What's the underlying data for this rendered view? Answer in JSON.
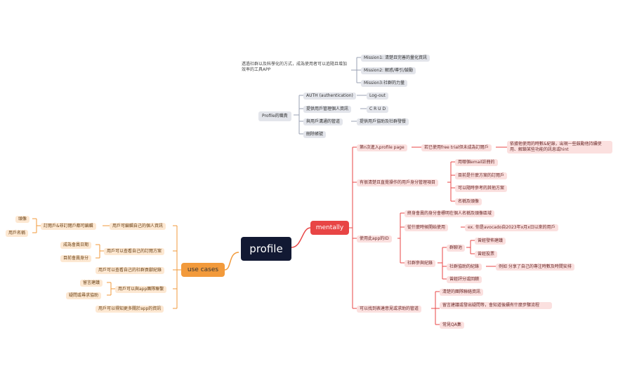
{
  "root": "profile",
  "mission": {
    "statement": "透過社群以及科學化的方式，成為使用者可以追隨且增加效率的工具APP",
    "items": [
      "Mission1: 清楚且完善的量化資訊",
      "Mission2: 解惑/導引/鼓勵",
      "Mission3:社群的力量"
    ]
  },
  "duty": {
    "label": "Profile的職責",
    "items": [
      "AUTH (authentication)",
      "提供用戶管理個人資訊",
      "與用戶溝通的管道",
      "刪除帳號"
    ],
    "sub": [
      "Log-out",
      "C R U D",
      "提供用戶協助及社群發餐"
    ]
  },
  "mentally": {
    "label": "mentally",
    "first": "第n次進入profile page",
    "first_a": "若已使用free trial但未成為訂閱戶",
    "first_a_note": "依據他使用的時數&紀錄，出現一些鼓勵他持續使用、解鎖某些功能的訊息或hint",
    "manage": "有很清楚且直覺操作的用戶身分管理項目",
    "manage_items": [
      "用哪個email註冊的",
      "目前是什麼方案的訂閱戶",
      "可以隨時參考的其他方案",
      "名稱及頭像"
    ],
    "using": "使用此app的ID",
    "using_items": [
      "終身會員的身分會標明在個人名稱及頭像區域",
      "從什麼時候開始使用",
      "社群參與紀錄"
    ],
    "using_example": "ex. 你是avocado自2023年x月x日以來的用戶",
    "community": [
      "群聊池",
      "社群協助的紀錄",
      "曾經評分或回饋"
    ],
    "chat": [
      "曾經發佈建議",
      "曾經投票"
    ],
    "community_example": "例如 分享了自己的專注時數及時間安排",
    "help": "可以找到表達意見或求助的管道",
    "help_items": [
      "清楚的團隊聯絡資訊",
      "留言建議或發出疑問等，會知道後續有什麼步驟流程",
      "常見QA集"
    ]
  },
  "usecases": {
    "label": "use cases",
    "items": [
      "用戶可編輯自己的個人資訊",
      "用戶可以查看自己的訂閱方案",
      "用戶可以查看自己的社群貢獻紀錄",
      "用戶可以與app團隊聯繫",
      "用戶可以得知更多關於app的資訊"
    ],
    "edit": "訂閱戶&非訂閱戶都可編輯",
    "edit_items": [
      "頭像",
      "用戶名稱"
    ],
    "plan_items": [
      "成為會員日期",
      "目前會員身分"
    ],
    "contact_items": [
      "留言建議",
      "疑問或尋求協助"
    ]
  }
}
